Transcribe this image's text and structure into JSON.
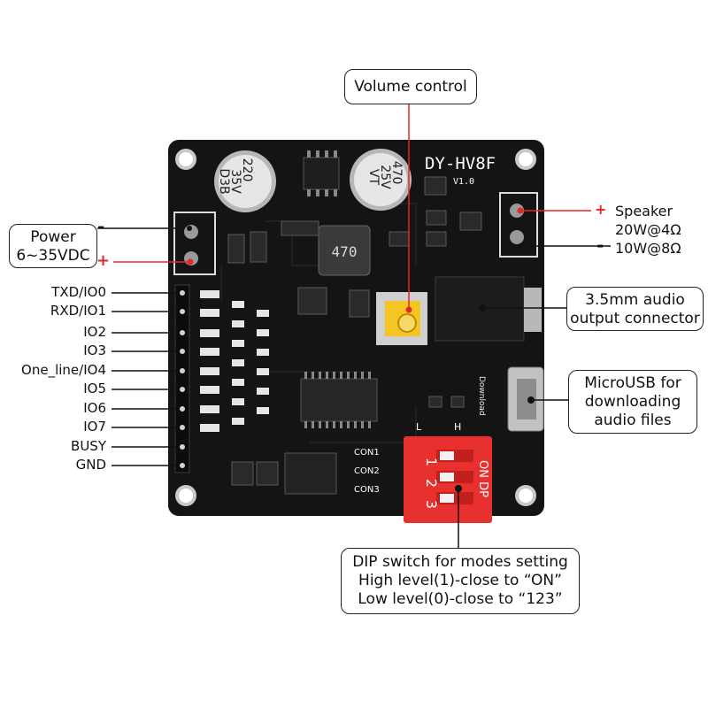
{
  "board": {
    "model": "DY-HV8F",
    "version": "V1.0",
    "inductor": "470",
    "cap_left": [
      "220",
      "35V",
      "D3B"
    ],
    "cap_right": [
      "470",
      "25V",
      "VT"
    ],
    "download": "Download",
    "con_labels": [
      "CON1",
      "CON2",
      "CON3"
    ],
    "dip_on": "ON DP",
    "dip_numbers": [
      "1",
      "2",
      "3"
    ],
    "hl": [
      "L",
      "H"
    ]
  },
  "callouts": {
    "volume": "Volume control",
    "power": [
      "Power",
      "6~35VDC"
    ],
    "speaker": [
      "Speaker",
      "20W@4Ω",
      "10W@8Ω"
    ],
    "audio": [
      "3.5mm audio",
      "output connector"
    ],
    "usb": [
      "MicroUSB for",
      "downloading",
      "audio files"
    ],
    "dip": [
      "DIP switch for modes setting",
      "High level(1)-close to  “ON”",
      "Low level(0)-close to  “123”"
    ]
  },
  "pins": [
    "TXD/IO0",
    "RXD/IO1",
    "IO2",
    "IO3",
    "One_line/IO4",
    "IO5",
    "IO6",
    "IO7",
    "BUSY",
    "GND"
  ],
  "signs": {
    "plus": "+",
    "minus": "-"
  },
  "colors": {
    "pcb": "#141414",
    "accent": "#e5262a",
    "dip": "#e8302e",
    "pot": "#f3c623"
  }
}
